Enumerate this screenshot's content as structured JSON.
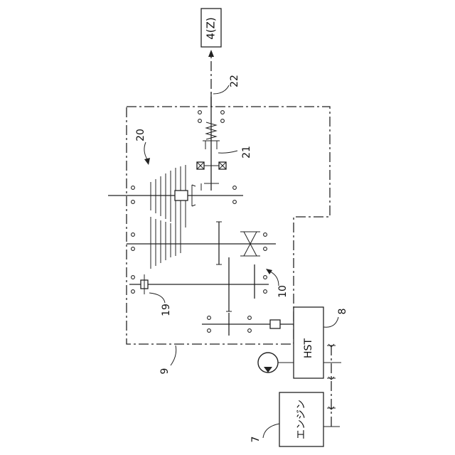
{
  "labels": {
    "output_box": "4(Z)",
    "ref_22": "22",
    "ref_21": "21",
    "ref_20": "20",
    "ref_10": "10",
    "ref_19": "19",
    "ref_8": "8",
    "ref_9": "9",
    "ref_7": "7",
    "hst": "HST",
    "engine": "エンジン"
  },
  "icons": {
    "arrow": "arrow-up-icon",
    "pump": "hydraulic-pump-icon",
    "bearing": "bearing-cross-icon",
    "spring": "spring-damper-icon"
  }
}
